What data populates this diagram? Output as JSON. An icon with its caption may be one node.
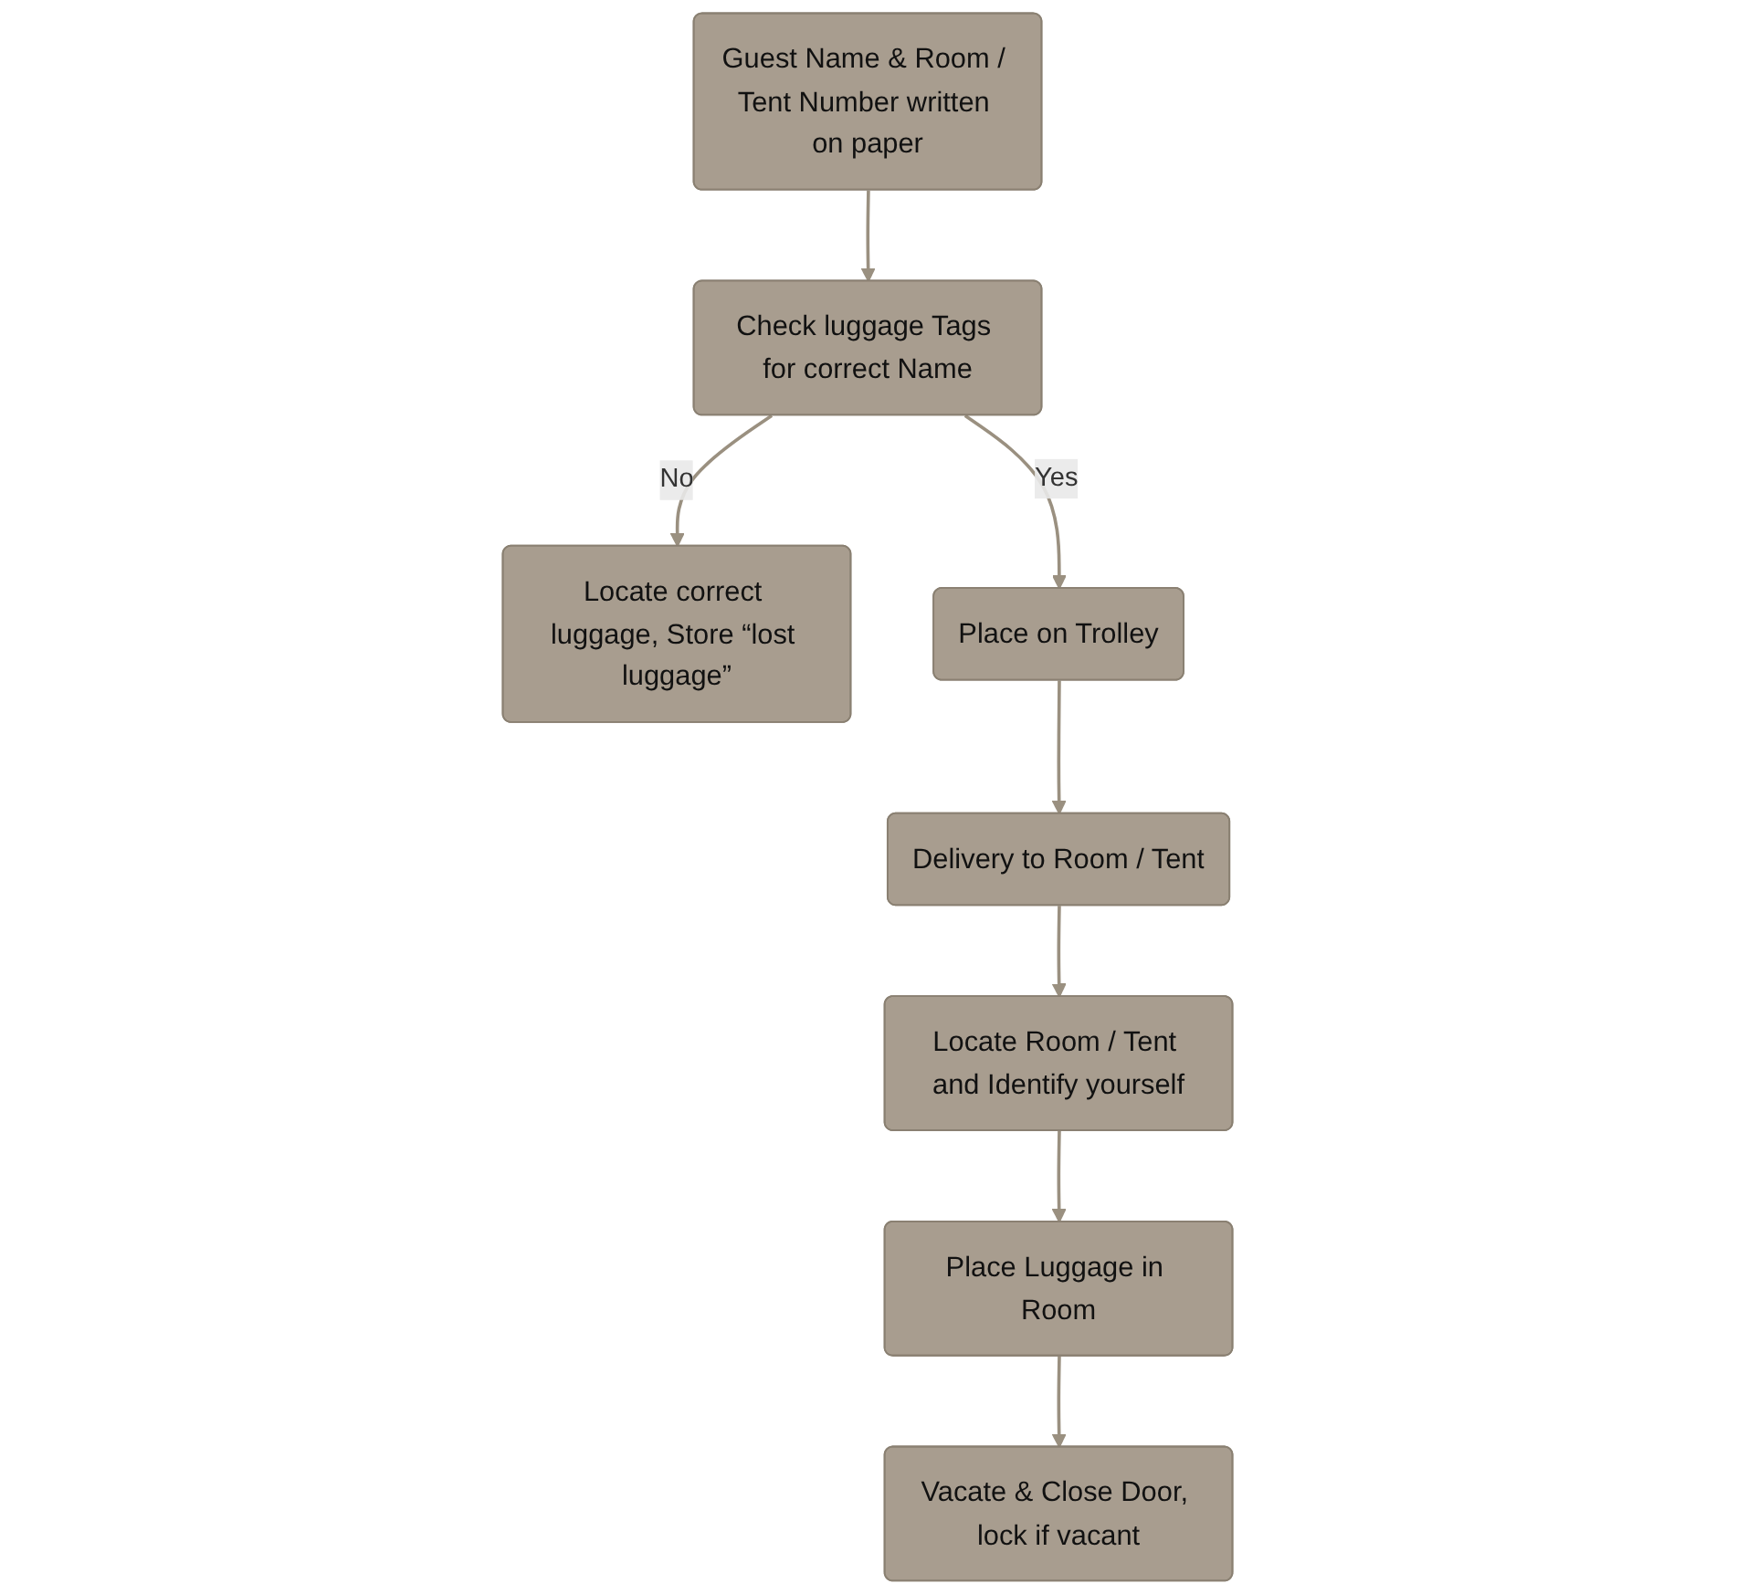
{
  "diagram": {
    "nodes": [
      {
        "text": [
          "Locate correct luggage, Store “lost luggage”"
        ]
      },
      {
        "text": [
          "Guest Name & Room / Tent Number written on paper"
        ]
      },
      {
        "text": [
          "Check luggage Tags for correct Name"
        ]
      },
      {
        "text": [
          "Place on Trolley"
        ]
      },
      {
        "text": [
          "Delivery to Room / Tent"
        ]
      },
      {
        "text": [
          "Locate Room / Tent and Identify yourself"
        ]
      },
      {
        "text": [
          "Place Luggage in Room"
        ]
      },
      {
        "text": [
          "Vacate & Close Door, lock if vacant"
        ]
      }
    ],
    "edges": [
      {
        "from": 1,
        "to": 2,
        "arrow": "to"
      },
      {
        "from": 2,
        "to": 0,
        "arrow": "to",
        "label": "No"
      },
      {
        "from": 2,
        "to": 3,
        "arrow": "to",
        "label": "Yes"
      },
      {
        "from": 3,
        "to": 4,
        "arrow": "to"
      },
      {
        "from": 4,
        "to": 5,
        "arrow": "to"
      },
      {
        "from": 5,
        "to": 6,
        "arrow": "to"
      },
      {
        "from": 6,
        "to": 7,
        "arrow": "to"
      }
    ]
  }
}
